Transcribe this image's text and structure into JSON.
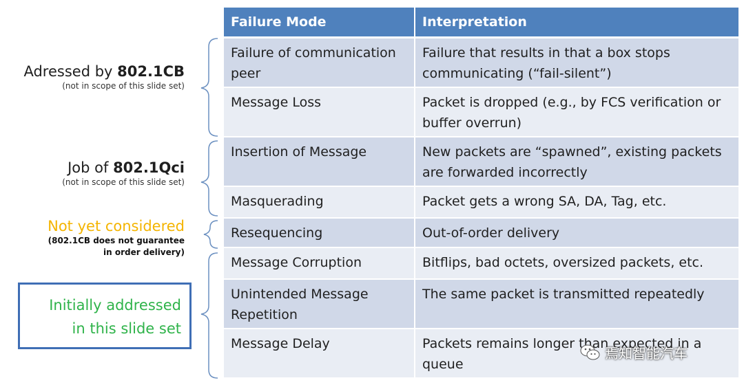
{
  "table": {
    "headers": [
      "Failure Mode",
      "Interpretation"
    ],
    "rows": [
      {
        "mode": "Failure of communication peer",
        "interpretation": "Failure that results in that a box stops communicating (“fail-silent”)"
      },
      {
        "mode": "Message Loss",
        "interpretation": "Packet is dropped (e.g., by FCS verification or buffer overrun)"
      },
      {
        "mode": "Insertion of Message",
        "interpretation": "New packets are “spawned”, existing packets are forwarded incorrectly"
      },
      {
        "mode": "Masquerading",
        "interpretation": "Packet gets a wrong SA, DA, Tag, etc."
      },
      {
        "mode": "Resequencing",
        "interpretation": "Out-of-order delivery"
      },
      {
        "mode": "Message Corruption",
        "interpretation": "Bitflips, bad octets, oversized packets, etc."
      },
      {
        "mode": "Unintended Message Repetition",
        "interpretation": "The same packet is transmitted repeatedly"
      },
      {
        "mode": "Message Delay",
        "interpretation": "Packets remains longer than expected in a queue"
      }
    ]
  },
  "annotations": {
    "cb": {
      "prefix": "Adressed by ",
      "standard": "802.1CB",
      "note": "(not in scope of this slide set)"
    },
    "qci": {
      "prefix": "Job of ",
      "standard": "802.1Qci",
      "note": "(not in scope of this slide set)"
    },
    "not_considered": {
      "title": "Not yet considered",
      "note_line1": "(802.1CB does not guarantee",
      "note_line2": "in order delivery)"
    },
    "initial": {
      "line1": "Initially addressed",
      "line2": "in this slide set"
    }
  },
  "watermark": "焉知智能汽车",
  "colors": {
    "header_bg": "#4f81bd",
    "row_odd": "#d0d8e8",
    "row_even": "#e9edf4",
    "yellow": "#f4b400",
    "green": "#2fb34a",
    "box_border": "#3f6eb5"
  }
}
